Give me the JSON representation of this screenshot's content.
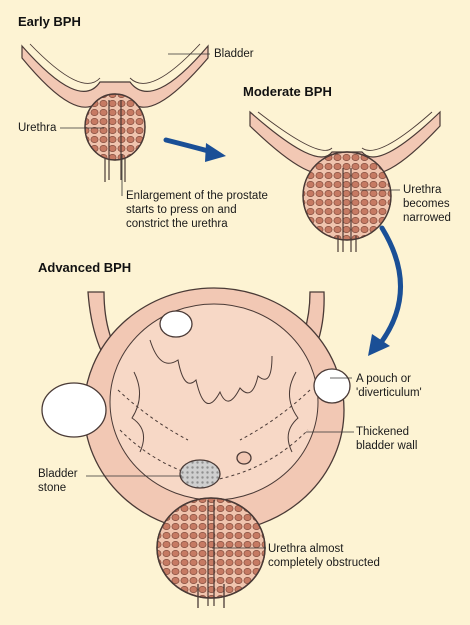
{
  "sections": {
    "early": "Early BPH",
    "moderate": "Moderate BPH",
    "advanced": "Advanced BPH"
  },
  "labels": {
    "bladder": "Bladder",
    "urethra": "Urethra",
    "enlargement": [
      "Enlargement of the prostate",
      "starts to press on and",
      "constrict the urethra"
    ],
    "urethra_narrowed": [
      "Urethra",
      "becomes",
      "narrowed"
    ],
    "pouch": [
      "A pouch or",
      "'diverticulum'"
    ],
    "thickened": [
      "Thickened",
      "bladder wall"
    ],
    "stone": [
      "Bladder",
      "stone"
    ],
    "obstructed": [
      "Urethra almost",
      "completely obstructed"
    ]
  },
  "colors": {
    "background": "#fdf3d3",
    "tissue": "#f2c8b4",
    "tissue_dark": "#e2a58c",
    "prostate_nodule": "#c67a63",
    "arrow": "#1a4f96",
    "outline": "#4a3a36"
  }
}
